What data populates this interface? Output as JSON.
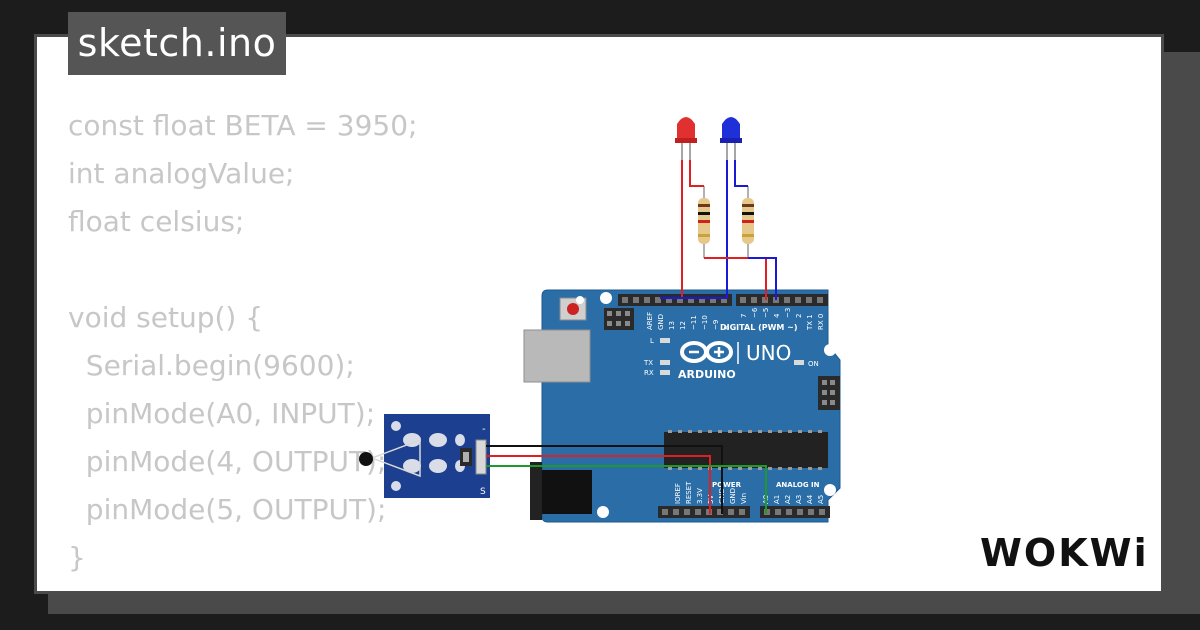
{
  "file": {
    "name": "sketch.ino"
  },
  "code": {
    "lines": [
      "const float BETA = 3950;",
      "int analogValue;",
      "float celsius;",
      "",
      "void setup() {",
      "  Serial.begin(9600);",
      "  pinMode(A0, INPUT);",
      "  pinMode(4, OUTPUT);",
      "  pinMode(5, OUTPUT);",
      "}"
    ]
  },
  "board": {
    "name": "UNO",
    "brand": "ARDUINO",
    "digital_label": "DIGITAL (PWM ~)",
    "power_label": "POWER",
    "analog_label": "ANALOG IN",
    "on_label": "ON",
    "tx_label": "TX",
    "rx_label": "RX",
    "l_label": "L",
    "aref": "AREF",
    "gnd": "GND",
    "digital_pins": [
      "13",
      "12",
      "~11",
      "~10",
      "~9",
      "8",
      "7",
      "~6",
      "~5",
      "4",
      "~3",
      "2",
      "TX 1",
      "RX 0"
    ],
    "power_pins": [
      "IOREF",
      "RESET",
      "3.3V",
      "5V",
      "GND",
      "GND",
      "Vin"
    ],
    "analog_pins": [
      "A0",
      "A1",
      "A2",
      "A3",
      "A4",
      "A5"
    ]
  },
  "sensor": {
    "pin_minus": "-",
    "pin_s": "S"
  },
  "brand": {
    "logo_text": "WOKWi"
  },
  "colors": {
    "background": "#1c1c1c",
    "card": "#ffffff",
    "code_text": "#c7c7c7",
    "tab_bg": "#555555",
    "board": "#2b6ea7",
    "wire_red": "#e02020",
    "wire_blue": "#1a1ad6",
    "wire_black": "#111111",
    "wire_green": "#1f9a2a",
    "led_red": "#e03030",
    "led_blue": "#2030d8",
    "sensor_board": "#1d3f8f"
  }
}
